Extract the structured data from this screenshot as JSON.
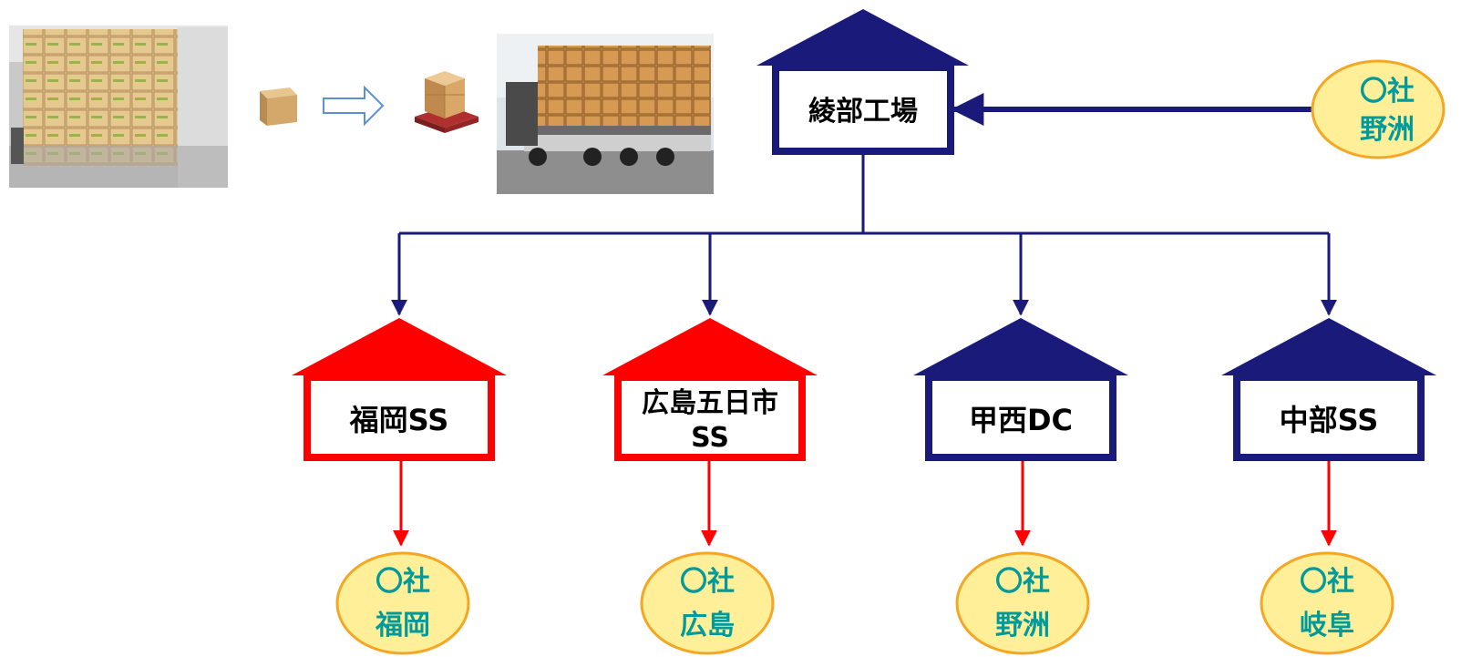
{
  "colors": {
    "navy": "#1a1a7a",
    "red": "#ff0000",
    "oval_fill": "#ffef99",
    "oval_stroke": "#f5a623",
    "oval_text": "#009a9a"
  },
  "icons": {
    "warehouse_photo": "photo-icon",
    "box": "cardboard-box-icon",
    "arrow": "right-arrow-outline-icon",
    "pallet": "palletized-boxes-icon",
    "truck": "truck-photo-icon"
  },
  "hub": {
    "label": "綾部工場",
    "color": "navy"
  },
  "supplier": {
    "line1": "〇社",
    "line2": "野洲"
  },
  "depots": [
    {
      "line1": "福岡SS",
      "line2": "",
      "color": "red",
      "customer_line1": "〇社",
      "customer_line2": "福岡"
    },
    {
      "line1": "広島五日市",
      "line2": "SS",
      "color": "red",
      "customer_line1": "〇社",
      "customer_line2": "広島"
    },
    {
      "line1": "甲西DC",
      "line2": "",
      "color": "navy",
      "customer_line1": "〇社",
      "customer_line2": "野洲"
    },
    {
      "line1": "中部SS",
      "line2": "",
      "color": "navy",
      "customer_line1": "〇社",
      "customer_line2": "岐阜"
    }
  ]
}
